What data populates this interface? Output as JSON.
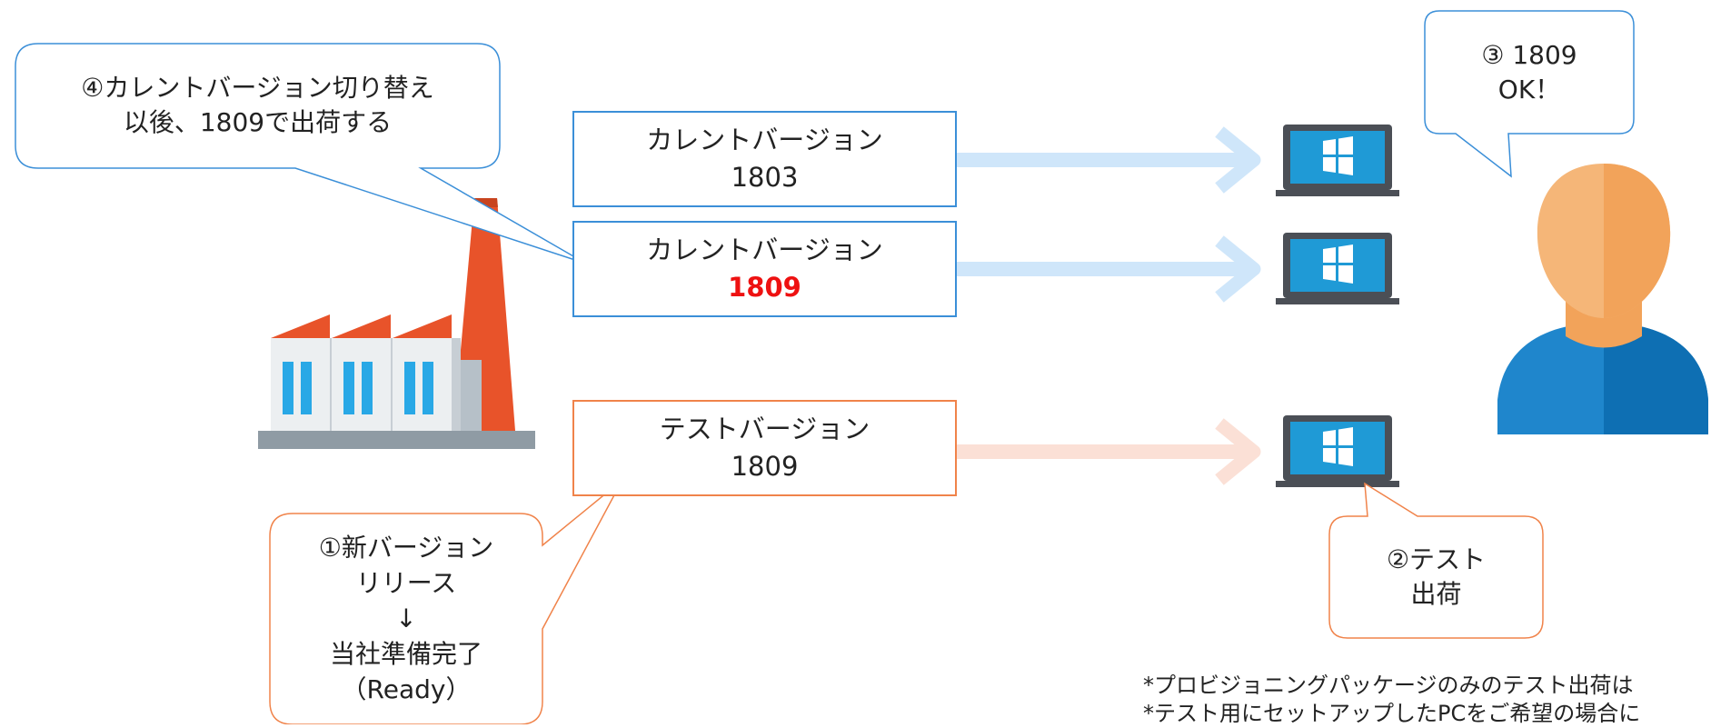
{
  "boxes": {
    "current_1803": {
      "line1": "カレントバージョン",
      "line2": "1803"
    },
    "current_1809": {
      "line1": "カレントバージョン",
      "line2": "1809"
    },
    "test_1809": {
      "line1": "テストバージョン",
      "line2": "1809"
    }
  },
  "callouts": {
    "step4": {
      "line1": "④カレントバージョン切り替え",
      "line2": "以後、1809で出荷する"
    },
    "step3": {
      "line1": "③ 1809",
      "line2": "OK！"
    },
    "step1": {
      "line1": "①新バージョン",
      "line2": "リリース",
      "line3": "↓",
      "line4": "当社準備完了",
      "line5": "（Ready）"
    },
    "step2": {
      "line1": "②テスト",
      "line2": "出荷"
    }
  },
  "footnotes": {
    "note1": "*プロビジョニングパッケージのみのテスト出荷は",
    "note2": "*テスト用にセットアップしたPCをご希望の場合に"
  },
  "colors": {
    "blue_border": "#3b8fd8",
    "orange_border": "#f0834a",
    "highlight_red": "#ee1111",
    "arrow_blue": "#cfe6fa",
    "arrow_orange": "#fbe0d6"
  },
  "icons": [
    "factory-icon",
    "laptop-windows-icon",
    "user-icon"
  ]
}
